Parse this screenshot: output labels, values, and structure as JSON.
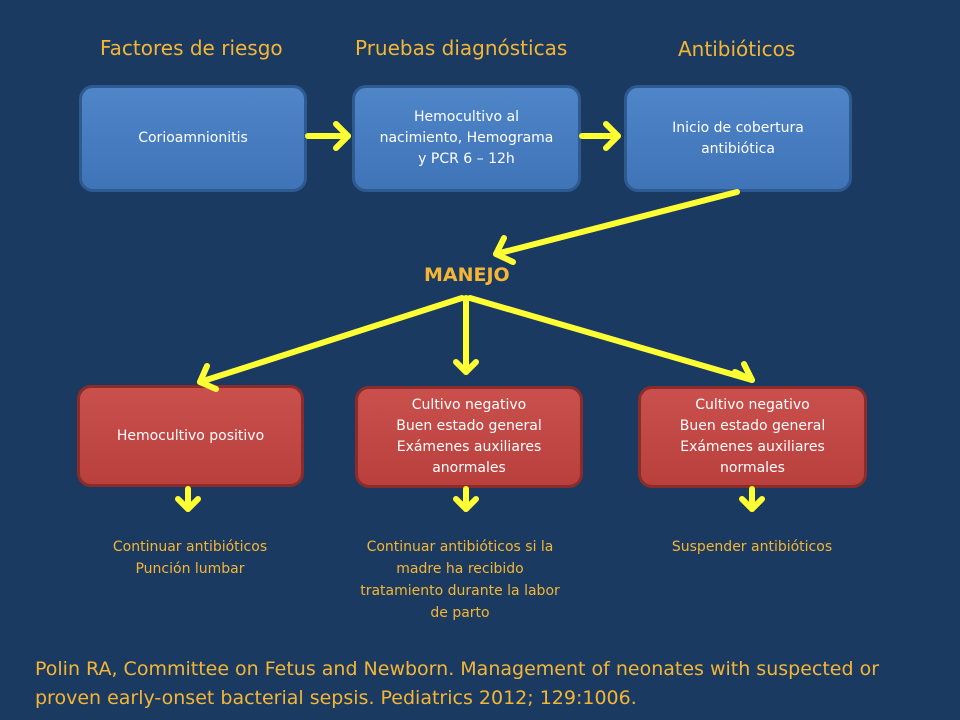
{
  "headings": {
    "risk": "Factores de riesgo",
    "tests": "Pruebas diagnósticas",
    "antibiotics": "Antibióticos"
  },
  "top_boxes": {
    "chorio": "Corioamnionitis",
    "tests": "Hemocultivo al\nnacimiento, Hemograma\ny PCR 6 – 12h",
    "start": "Inicio de cobertura\nantibiótica"
  },
  "manejo": "MANEJO",
  "bottom_boxes": {
    "positive": "Hemocultivo positivo",
    "negative_abnormal": "Cultivo negativo\nBuen estado general\nExámenes auxiliares\nanormales",
    "negative_normal": "Cultivo negativo\nBuen estado general\nExámenes auxiliares\nnormales"
  },
  "outcomes": {
    "positive": "Continuar antibióticos\nPunción lumbar",
    "negative_abnormal": "Continuar antibióticos si la\nmadre ha recibido\ntratamiento durante la labor\nde parto",
    "negative_normal": "Suspender antibióticos"
  },
  "citation": "Polin RA, Committee on Fetus and Newborn. Management of neonates with suspected or proven early-onset bacterial sepsis. Pediatrics 2012; 129:1006.",
  "colors": {
    "background": "#1b3a61",
    "accent_text": "#f5b634",
    "arrow": "#ffff33",
    "blue_box": "#4a7fc1",
    "red_box": "#c04845"
  }
}
